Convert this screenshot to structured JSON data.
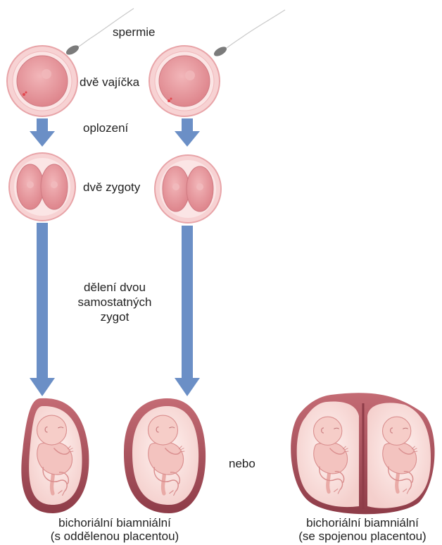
{
  "labels": {
    "sperm": "spermie",
    "eggs": "dvě vajíčka",
    "fertilization": "oplození",
    "zygotes": "dvě zygoty",
    "division_line1": "dělení dvou",
    "division_line2": "samostatných",
    "division_line3": "zygot",
    "or": "nebo",
    "left_caption_line1": "bichoriální biamniální",
    "left_caption_line2": "(s oddělenou placentou)",
    "right_caption_line1": "bichoriální biamniální",
    "right_caption_line2": "(se spojenou placentou)"
  },
  "colors": {
    "egg_fill": "#e8999f",
    "egg_ring": "#f6d0d2",
    "arrow": "#6b8fc6",
    "sac_wall": "#a8505c",
    "sac_inner": "#fbe8e6",
    "fetus": "#f3c3bf"
  }
}
